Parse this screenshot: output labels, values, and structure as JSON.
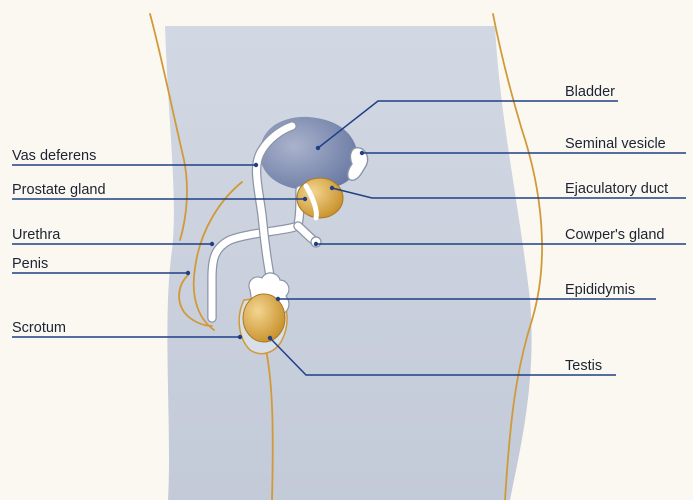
{
  "diagram": {
    "left_labels": {
      "vas_deferens": "Vas deferens",
      "prostate_gland": "Prostate gland",
      "urethra": "Urethra",
      "penis": "Penis",
      "scrotum": "Scrotum"
    },
    "right_labels": {
      "bladder": "Bladder",
      "seminal_vesicle": "Seminal vesicle",
      "ejaculatory_duct": "Ejaculatory duct",
      "cowpers_gland": "Cowper's gland",
      "epididymis": "Epididymis",
      "testis": "Testis"
    },
    "colors": {
      "background": "#fbf8f1",
      "body_fill": "#ccd3df",
      "body_outline": "#d19a38",
      "organ_blue": "#7484ab",
      "gland_gold": "#cfa038",
      "leader_line": "#1f3f86"
    }
  }
}
